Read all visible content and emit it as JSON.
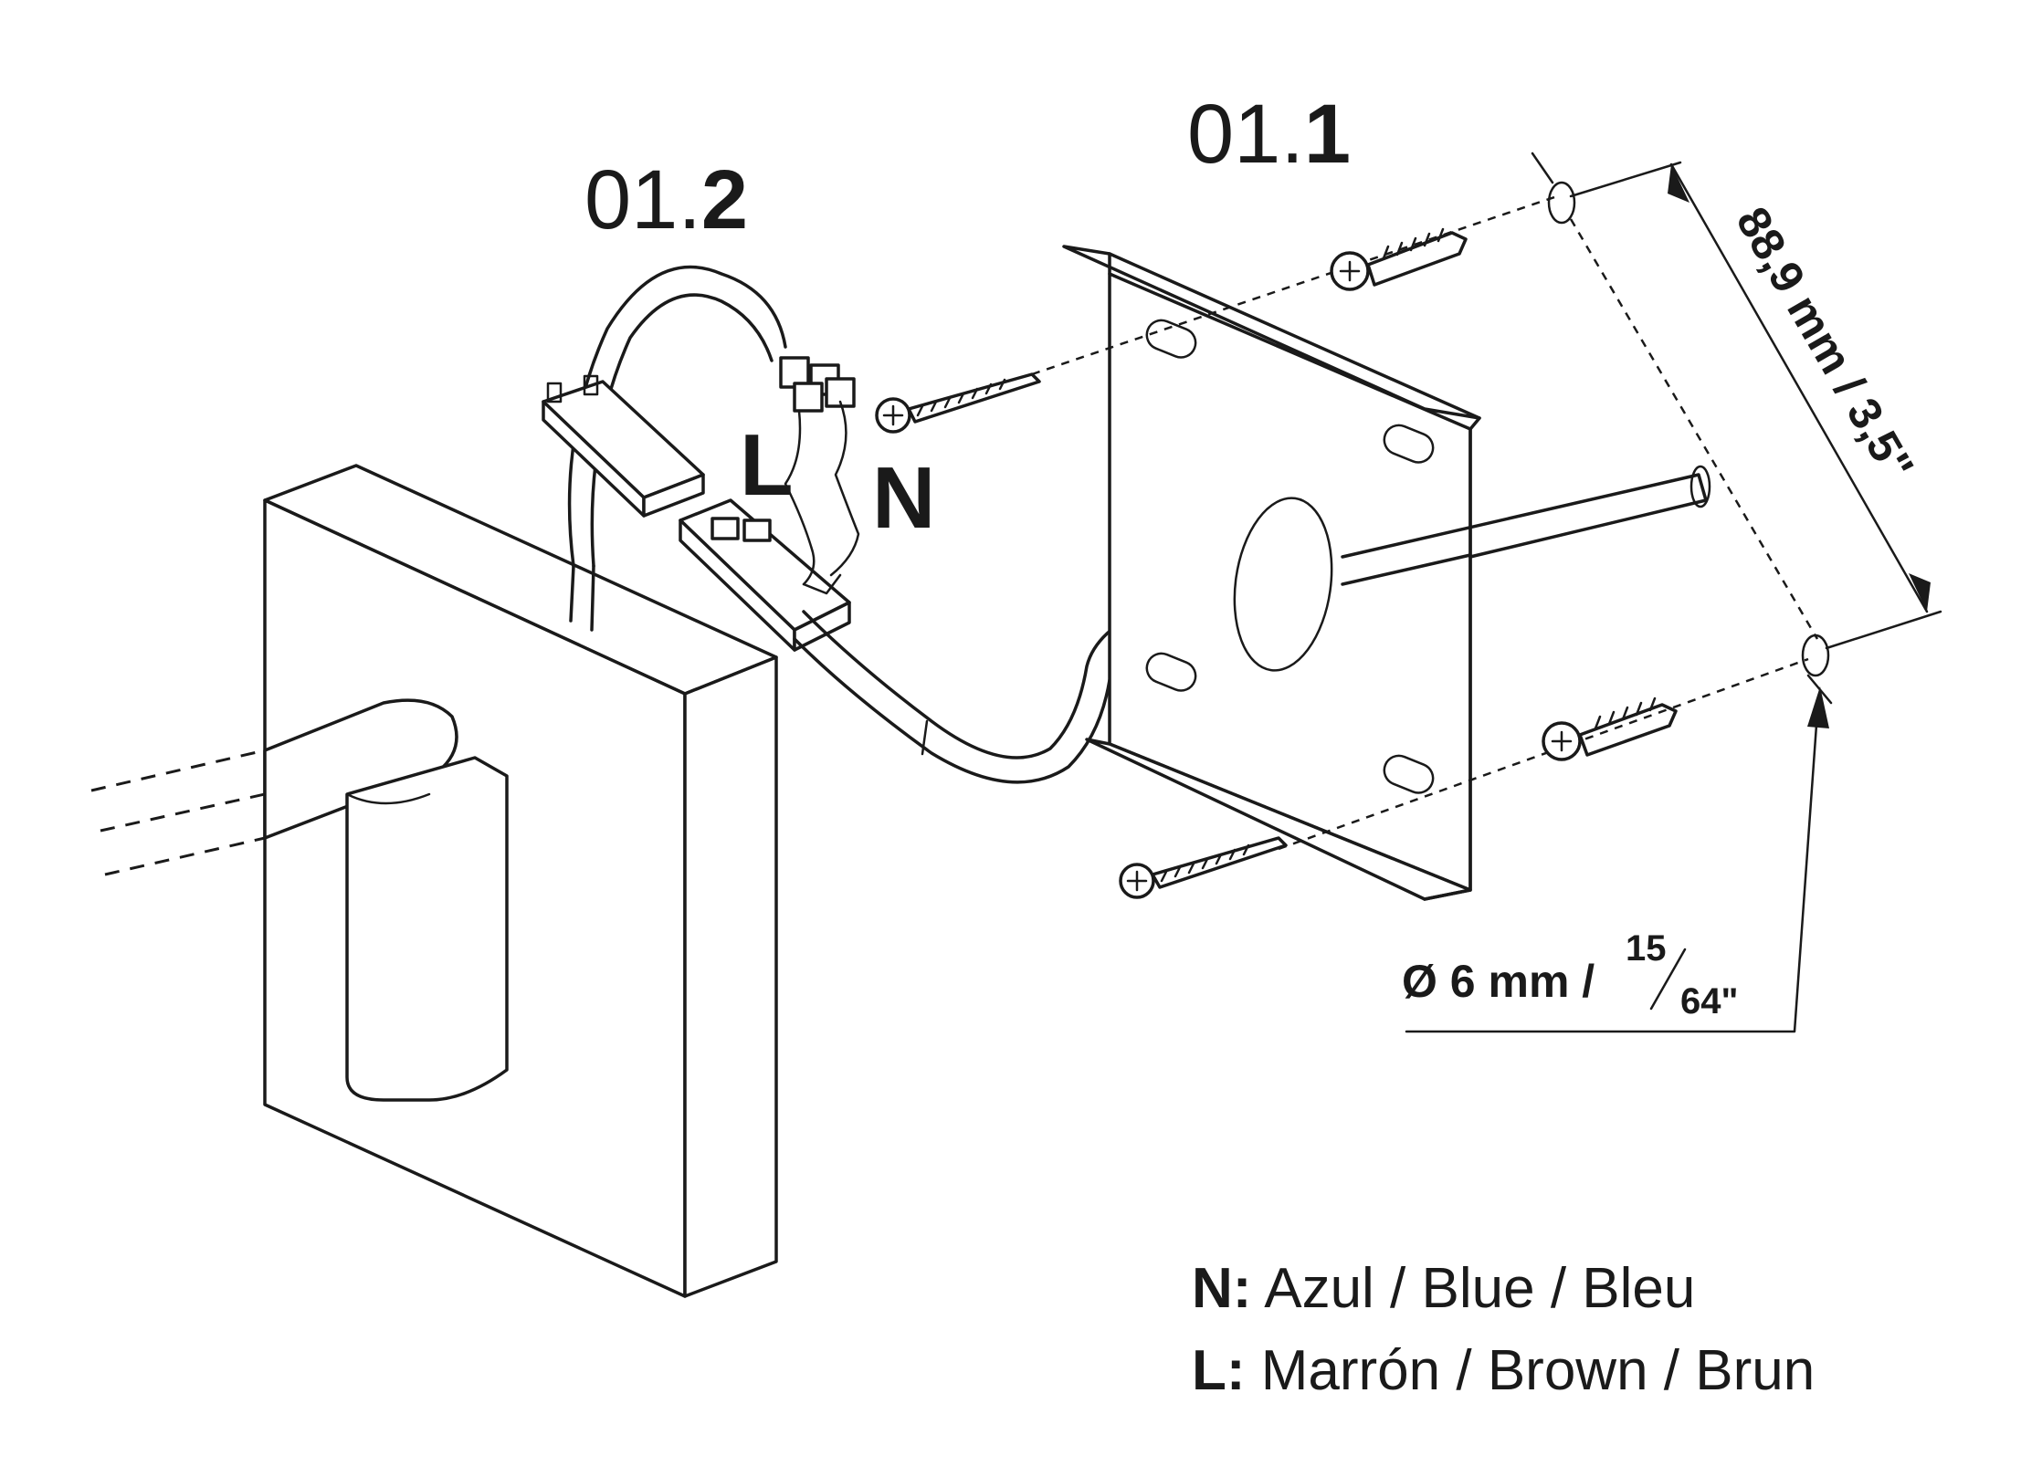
{
  "parts": {
    "bracket": {
      "prefix": "01.",
      "number": "1"
    },
    "lamp_body": {
      "prefix": "01.",
      "number": "2"
    }
  },
  "wires": {
    "line": "L",
    "neutral": "N"
  },
  "dimensions": {
    "hole_spacing": "88,9 mm / 3,5\"",
    "drill_diameter": "Ø 6 mm /",
    "drill_fraction_num": "15",
    "drill_fraction_den": "64\""
  },
  "legend": [
    {
      "key": "N:",
      "text": " Azul / Blue / Bleu"
    },
    {
      "key": "L:",
      "text": " Marrón / Brown / Brun"
    }
  ]
}
